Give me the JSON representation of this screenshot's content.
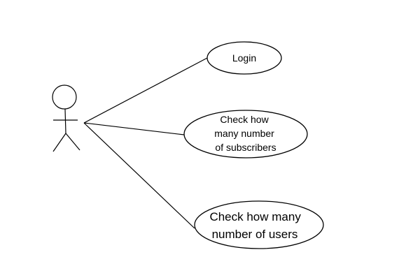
{
  "diagram": {
    "type": "use-case",
    "actor": {
      "label": ""
    },
    "use_cases": [
      {
        "id": "login",
        "lines": [
          "Login"
        ]
      },
      {
        "id": "check-subscribers",
        "lines": [
          "Check how",
          "many number",
          "of subscribers"
        ]
      },
      {
        "id": "check-users",
        "lines": [
          "Check how many",
          "number of users"
        ]
      }
    ]
  },
  "colors": {
    "stroke": "#000000",
    "background": "#ffffff"
  }
}
